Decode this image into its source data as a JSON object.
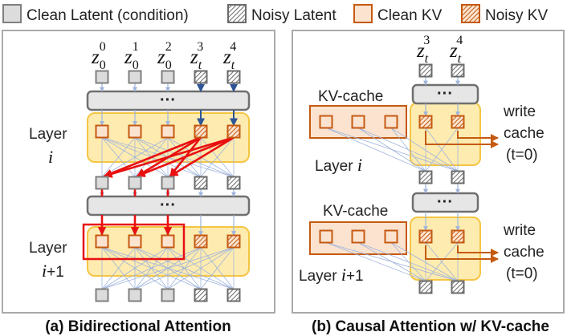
{
  "legend": {
    "clean_latent": "Clean Latent (condition)",
    "noisy_latent": "Noisy Latent",
    "clean_kv": "Clean KV",
    "noisy_kv": "Noisy KV"
  },
  "left": {
    "tokens": [
      {
        "base": "z",
        "sub": "0",
        "sup": "0"
      },
      {
        "base": "z",
        "sub": "0",
        "sup": "1"
      },
      {
        "base": "z",
        "sub": "0",
        "sup": "2"
      },
      {
        "base": "z",
        "sub": "t",
        "sup": "3"
      },
      {
        "base": "z",
        "sub": "t",
        "sup": "4"
      }
    ],
    "ellipsis": "···",
    "layer1_word": "Layer",
    "layer1_var": "i",
    "layer2_word": "Layer",
    "layer2_var": "i",
    "layer2_suffix": "+1",
    "caption": "(a) Bidirectional Attention"
  },
  "right": {
    "tokens": [
      {
        "base": "z",
        "sub": "t",
        "sup": "3"
      },
      {
        "base": "z",
        "sub": "t",
        "sup": "4"
      }
    ],
    "ellipsis": "···",
    "kv_cache_1": "KV-cache",
    "kv_cache_2": "KV-cache",
    "layer1_word": "Layer",
    "layer1_var": "i",
    "layer2_word": "Layer",
    "layer2_var": "i",
    "layer2_suffix": "+1",
    "write_1": "write",
    "cache_1": "cache",
    "t0_1": "(t=0)",
    "write_2": "write",
    "cache_2": "cache",
    "t0_2": "(t=0)",
    "caption": "(b) Causal Attention w/ KV-cache"
  },
  "colors": {
    "clean_latent_fill": "#dcdcdc",
    "clean_latent_stroke": "#7f7f7f",
    "kv_fill": "#fbe3cf",
    "kv_stroke": "#c55a11",
    "layer_band": "#fdebb0",
    "layer_band_stroke": "#f5c542",
    "ffn_fill": "#e6e6e6",
    "ffn_stroke": "#6f6f6f",
    "attn_line": "#9fb4dc",
    "highlight": "#e81010",
    "blue_arrow": "#2f5597"
  }
}
